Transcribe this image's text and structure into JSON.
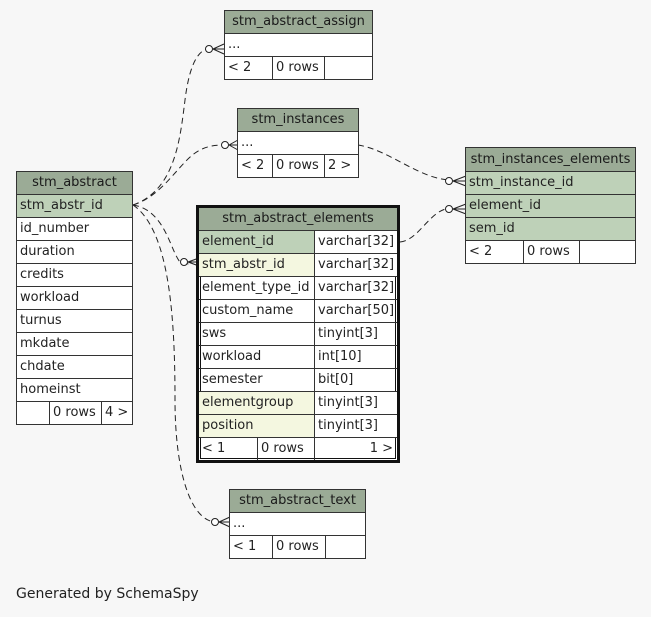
{
  "tables": {
    "stm_abstract_assign": {
      "title": "stm_abstract_assign",
      "rows": [
        "..."
      ],
      "footer": {
        "left": "< 2",
        "mid": "0 rows",
        "right": ""
      }
    },
    "stm_instances": {
      "title": "stm_instances",
      "rows": [
        "..."
      ],
      "footer": {
        "left": "< 2",
        "mid": "0 rows",
        "right": "2 >"
      }
    },
    "stm_instances_elements": {
      "title": "stm_instances_elements",
      "rows": [
        "stm_instance_id",
        "element_id",
        "sem_id"
      ],
      "footer": {
        "left": "< 2",
        "mid": "0 rows",
        "right": ""
      }
    },
    "stm_abstract": {
      "title": "stm_abstract",
      "rows": [
        "stm_abstr_id",
        "id_number",
        "duration",
        "credits",
        "workload",
        "turnus",
        "mkdate",
        "chdate",
        "homeinst"
      ],
      "footer": {
        "left": "",
        "mid": "0 rows",
        "right": "4 >"
      }
    },
    "stm_abstract_elements": {
      "title": "stm_abstract_elements",
      "rows": [
        {
          "name": "element_id",
          "type": "varchar[32]"
        },
        {
          "name": "stm_abstr_id",
          "type": "varchar[32]"
        },
        {
          "name": "element_type_id",
          "type": "varchar[32]"
        },
        {
          "name": "custom_name",
          "type": "varchar[50]"
        },
        {
          "name": "sws",
          "type": "tinyint[3]"
        },
        {
          "name": "workload",
          "type": "int[10]"
        },
        {
          "name": "semester",
          "type": "bit[0]"
        },
        {
          "name": "elementgroup",
          "type": "tinyint[3]"
        },
        {
          "name": "position",
          "type": "tinyint[3]"
        }
      ],
      "footer": {
        "left": "< 1",
        "mid": "0 rows",
        "right": "1 >"
      }
    },
    "stm_abstract_text": {
      "title": "stm_abstract_text",
      "rows": [
        "..."
      ],
      "footer": {
        "left": "< 1",
        "mid": "0 rows",
        "right": ""
      }
    }
  },
  "generated_by": "Generated by SchemaSpy",
  "colors": {
    "header": "#9bab96",
    "primary_key": "#bed1b8",
    "foreign_key": "#f4f7e0",
    "background": "#f7f7f7"
  }
}
